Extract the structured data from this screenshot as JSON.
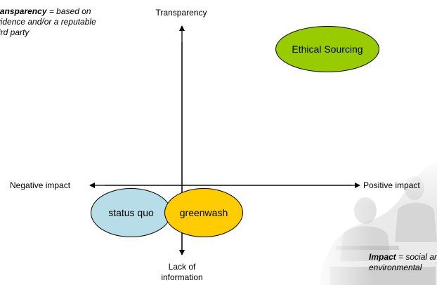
{
  "notes": {
    "transparency": {
      "term": "Transparency",
      "definition_line1": " = based on",
      "line2": "evidence and/or a reputable",
      "line3": "third party"
    },
    "impact": {
      "term": "Impact",
      "definition_line1": " = social and",
      "line2": "environmental"
    }
  },
  "axes": {
    "top": "Transparency",
    "left": "Negative impact",
    "right": "Positive impact",
    "bottom_line1": "Lack of",
    "bottom_line2": "information"
  },
  "bubbles": {
    "ethical_sourcing": {
      "label": "Ethical Sourcing",
      "fill": "#99cc00"
    },
    "status_quo": {
      "label": "status quo",
      "fill": "#b7dee8"
    },
    "greenwash": {
      "label": "greenwash",
      "fill": "#ffcc00"
    }
  },
  "colors": {
    "axis": "#000000"
  }
}
